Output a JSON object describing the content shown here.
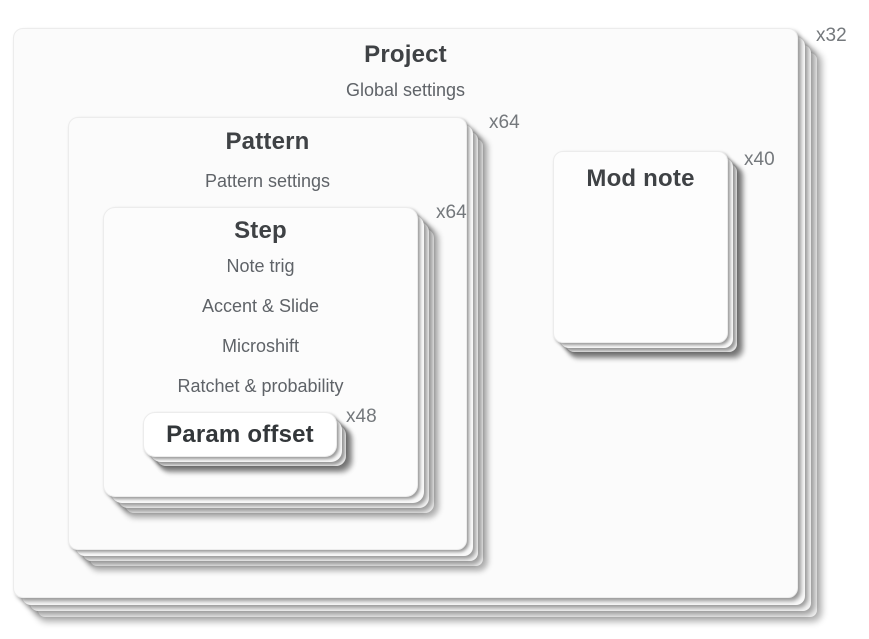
{
  "colors": {
    "page_bg": "#ffffff",
    "card_bg": "#fbfbfb",
    "title_text": "#3f4245",
    "body_text": "#5f6368",
    "count_text": "#74787c"
  },
  "diagram": {
    "project": {
      "title": "Project",
      "subtitle": "Global settings",
      "count": "x32"
    },
    "pattern": {
      "title": "Pattern",
      "subtitle": "Pattern settings",
      "count": "x64"
    },
    "step": {
      "title": "Step",
      "count": "x64",
      "items": [
        "Note trig",
        "Accent & Slide",
        "Microshift",
        "Ratchet & probability"
      ]
    },
    "param_offset": {
      "label": "Param offset",
      "count": "x48"
    },
    "mod_note": {
      "title": "Mod note",
      "count": "x40"
    }
  }
}
